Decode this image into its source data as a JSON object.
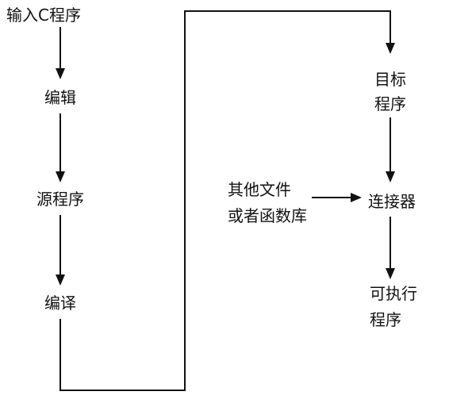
{
  "flow": {
    "nodes": {
      "input_c": "输入C程序",
      "edit": "编辑",
      "source": "源程序",
      "compile": "编译",
      "target_line1": "目标",
      "target_line2": "程序",
      "others_line1": "其他文件",
      "others_line2": "或者函数库",
      "linker": "连接器",
      "exec_line1": "可执行",
      "exec_line2": "程序"
    }
  }
}
